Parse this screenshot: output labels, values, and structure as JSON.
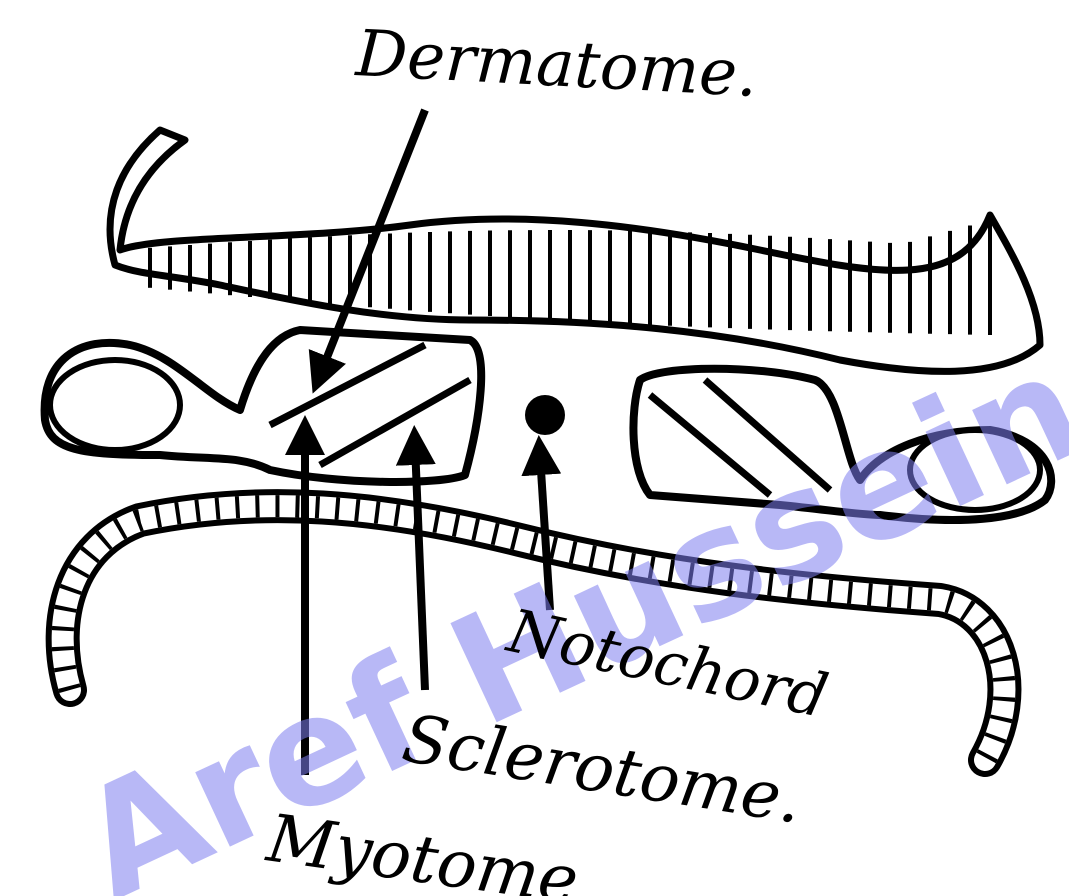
{
  "labels": {
    "dermatome": "Dermatome.",
    "notochord": "Notochord",
    "sclerotome": "Sclerotome.",
    "myotome": "Myotome"
  },
  "watermark": {
    "text": "Aref Hussein",
    "color": "#7f7ff0"
  },
  "colors": {
    "ink": "#000000",
    "background": "#ffffff"
  }
}
